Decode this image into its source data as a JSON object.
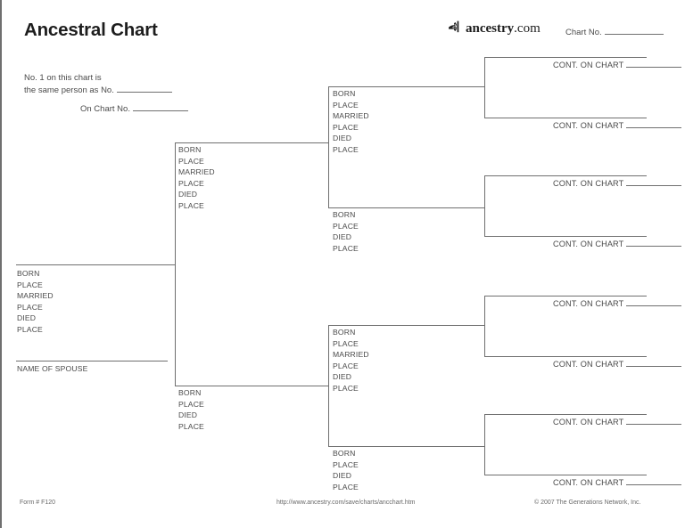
{
  "header": {
    "title": "Ancestral Chart",
    "brand": {
      "icon": "ancestry-leaf-icon",
      "name": "ancestry",
      "tld": ".com"
    },
    "chart_no_label": "Chart No."
  },
  "note": {
    "line1": "No. 1 on this chart is",
    "line2": "the same person as No.",
    "on_chart_label": "On Chart No."
  },
  "labels": {
    "born": "BORN",
    "place": "PLACE",
    "married": "MARRIED",
    "died": "DIED",
    "name_of_spouse": "NAME OF SPOUSE",
    "cont_on_chart": "CONT. ON CHART"
  },
  "generations": {
    "gen1": {
      "person": {
        "name_value": "",
        "fields": [
          "BORN",
          "PLACE",
          "MARRIED",
          "PLACE",
          "DIED",
          "PLACE"
        ],
        "spouse_caption": "NAME OF SPOUSE"
      }
    },
    "gen2": [
      {
        "fields": [
          "BORN",
          "PLACE",
          "MARRIED",
          "PLACE",
          "DIED",
          "PLACE"
        ]
      },
      {
        "fields": [
          "BORN",
          "PLACE",
          "DIED",
          "PLACE"
        ]
      }
    ],
    "gen3": [
      {
        "fields": [
          "BORN",
          "PLACE",
          "MARRIED",
          "PLACE",
          "DIED",
          "PLACE"
        ]
      },
      {
        "fields": [
          "BORN",
          "PLACE",
          "DIED",
          "PLACE"
        ]
      },
      {
        "fields": [
          "BORN",
          "PLACE",
          "MARRIED",
          "PLACE",
          "DIED",
          "PLACE"
        ]
      },
      {
        "fields": [
          "BORN",
          "PLACE",
          "DIED",
          "PLACE"
        ]
      }
    ],
    "gen4": [
      {
        "top_label": "CONT. ON CHART",
        "bottom_label": "CONT. ON CHART"
      },
      {
        "top_label": "CONT. ON CHART",
        "bottom_label": "CONT. ON CHART"
      },
      {
        "top_label": "CONT. ON CHART",
        "bottom_label": "CONT. ON CHART"
      },
      {
        "top_label": "CONT. ON CHART",
        "bottom_label": "CONT. ON CHART"
      }
    ]
  },
  "footer": {
    "form": "Form # F120",
    "url": "http://www.ancestry.com/save/charts/ancchart.htm",
    "copyright": "© 2007 The Generations Network, Inc."
  },
  "colors": {
    "rule": "#6f6f6f",
    "text": "#4a4a4a",
    "title": "#1d1d1d",
    "background": "#ffffff"
  }
}
